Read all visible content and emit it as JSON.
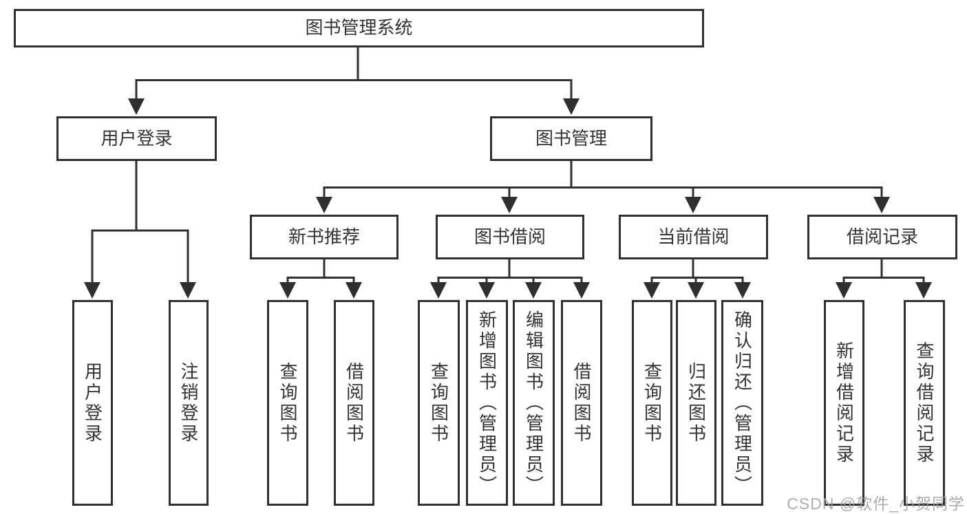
{
  "colors": {
    "line": "#2f2f2f",
    "text": "#333333",
    "background": "#ffffff",
    "watermark_color": "#9e9e9e"
  },
  "watermark": "CSDN @软件_小贺同学",
  "tree": {
    "root": {
      "label": "图书管理系统",
      "children": [
        {
          "label": "用户登录",
          "children": [
            {
              "label": "用户登录"
            },
            {
              "label": "注销登录"
            }
          ]
        },
        {
          "label": "图书管理",
          "children": [
            {
              "label": "新书推荐",
              "children": [
                {
                  "label": "查询图书"
                },
                {
                  "label": "借阅图书"
                }
              ]
            },
            {
              "label": "图书借阅",
              "children": [
                {
                  "label": "查询图书"
                },
                {
                  "label": "新增图书（管理员）"
                },
                {
                  "label": "编辑图书（管理员）"
                },
                {
                  "label": "借阅图书"
                }
              ]
            },
            {
              "label": "当前借阅",
              "children": [
                {
                  "label": "查询图书"
                },
                {
                  "label": "归还图书"
                },
                {
                  "label": "确认归还（管理员）"
                }
              ]
            },
            {
              "label": "借阅记录",
              "children": [
                {
                  "label": "新增借阅记录"
                },
                {
                  "label": "查询借阅记录"
                }
              ]
            }
          ]
        }
      ]
    }
  }
}
